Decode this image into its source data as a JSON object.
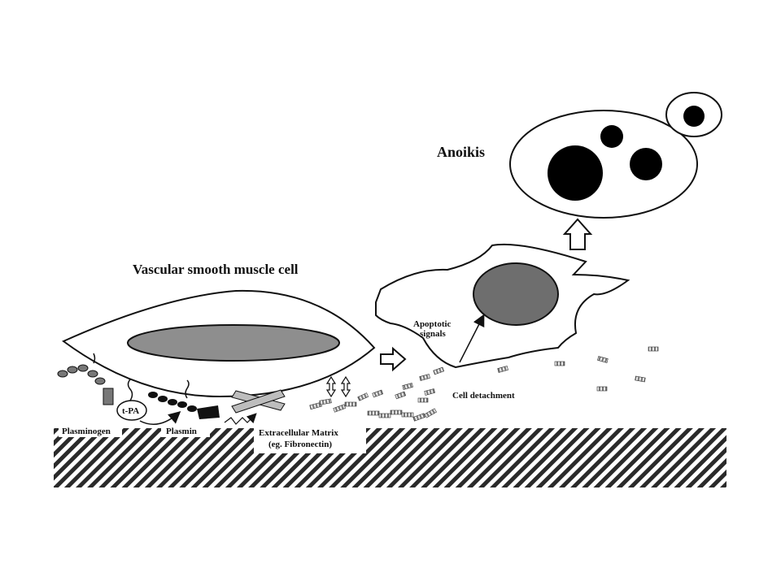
{
  "labels": {
    "vsmc": "Vascular smooth muscle cell",
    "anoikis": "Anoikis",
    "apoptotic_line1": "Apoptotic",
    "apoptotic_line2": "signals",
    "cell_detachment": "Cell detachment",
    "tpa": "t-PA",
    "plasminogen": "Plasminogen",
    "plasmin": "Plasmin",
    "ecm_line1": "Extracellular Matrix",
    "ecm_line2": "(eg. Fibronectin)"
  }
}
